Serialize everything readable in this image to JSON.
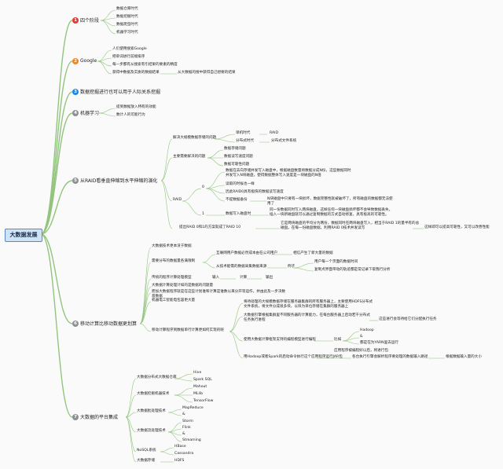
{
  "root": "大数据发展",
  "colors": {
    "red": "#e53935",
    "orange": "#f5841f",
    "blue": "#1e88e5",
    "gray": "#8c9094",
    "line": "#92c47d"
  },
  "branches": [
    {
      "num": "1",
      "label": "四个阶段",
      "children": [
        "数据仓库时代",
        "数据挖掘时代",
        "数据爬虫时代",
        "机器学习时代"
      ]
    },
    {
      "num": "2",
      "label": "Google",
      "children": [
        "人们使用搜索Google",
        "把单词进行前缀排序",
        "每一步都有从搜索有引结果的要素的精度",
        "获得中数据及实质的数据结果"
      ],
      "child3_extra": "从大数据的搜中获得自己想要的结果"
    },
    {
      "num": "3",
      "label": "数据挖掘进行也可以用于人际关系挖掘"
    },
    {
      "num": "4",
      "label": "机器学习",
      "children": [
        "提到数据放入特有的效能",
        "数计人的可能行为"
      ]
    },
    {
      "num": "5",
      "label": "从RAID看垂直伸缩到水平伸缩的演化",
      "c1": "解决大规模数据存储的问题",
      "c1a": "单机时代",
      "c1a1": "RAID",
      "c1b": "分布式时代",
      "c1b1": "分布式文件系统",
      "c2": "主要需要解决的问题",
      "c2a": "数据存储问题",
      "c2b": "数据读写速度问题",
      "c2c": "数据可靠性问题",
      "c3": "RAID",
      "c3n0": "0",
      "c3a": "数据在去向存储并发写入磁盘中，根据磁盘数量将数据分成N份，这些数据同时并发写入N块磁盘，使得数据整体写入速度是一块磁盘的N倍",
      "c3b": "读取的时候也一样",
      "c3c": "因此RAID0具有极快的数据读写速度",
      "c3d": "不提数据备份",
      "c3d1": "N块磁盘中只要有一块损坏，数据完整性就被破坏了，所有磁盘的数据都无法使用了",
      "c3n1": "1",
      "c3e": "数据写入磁盘时",
      "c3e1": "同一份数据同时写入两块磁盘，这样任何一块磁盘损坏都不会导致数据丢失，插入一块新磁盘就可以通过复制数据的方式自动修复，具有极高的可靠性。",
      "c4": "提出RAID 0和1的方案就成了RAID 10",
      "c4a": "它是两块磁盘的平均分为两份，数据同时在两块磁盘写入，相当于RAID 1的量半有的总磁盘。在每一份磁盘数据，利用RAID 0技术并发读写",
      "c4b": "这样即可以提高可靠性，又可以改善性能"
    },
    {
      "num": "6",
      "label": "移动计算比移动数据更划算",
      "c1": "大数据技术更本没于数据",
      "c2": "需要分布的数据量各满限制",
      "c2a": "互联网用户数据必然成本由在公司用户",
      "c2a1": "相信产生了新大量的数据",
      "c2b": "从技术能需的数据采集数据来源",
      "c2b1": "例子",
      "c2b1a": "用户每一个页面的数据时间",
      "c2b1b": "复制点界面带动的轨迹都是常记录下取我行分析",
      "c3": "传统的程序计算处理模型",
      "c3a": "输入",
      "c3b": "计算",
      "c3c": "输出",
      "c4": "大数据计算处理计如的是数据的问题量",
      "c5": "而加大数据程序就是在这些计划谁和计算是谁数以来分开等运作，并由此及一步决数意数据",
      "c5b": "机器电工智能电包容更大量",
      "c6": "移动计算程序到数据单行计算更如何实现的呢",
      "c6a": "将待处理的大规模数据存储在服务器集群的所有服务器上，主要使用HDFS分布式文件系统，将文件分成很多块，以块为单位存储在集群的服务器上",
      "c6b": "大数据引擎根据集群里不同服务器的计算能力，在每台服务器上启动若干分布式任务执行进程",
      "c6b1": "这些进行会等待给它们分配执行任务",
      "c6c": "使用大数据计算框架支持的编程模型进行编程",
      "c6c1": "比如",
      "c6c1a": "Hadoop",
      "c6c1b": "&",
      "c6c1c": "都是在为YARN里去运行",
      "c6d": "应用程序被编程好以后，将进行包",
      "c6e": "用Hadoop或者Spark的启动命令执行这个应用程序运行JAR包",
      "c6e1": "各台执行引擎会解析程序要处理的数据输入路径",
      "c6e2": "根据数据输入量的大小"
    },
    {
      "num": "7",
      "label": "大数据的平台集成",
      "c1": "大数据分布式大数据仓库",
      "c1a": "Hive",
      "c1b": "Spark SQL",
      "c2": "大数据挖掘机器技术",
      "c2a": "Mahout",
      "c2b": "MLlib",
      "c2c": "TensorFlow",
      "c3": "大数据批处理技术",
      "c3a": "MapReduce",
      "c3b": "&",
      "c4": "大数据流处理技术",
      "c4a": "Storm",
      "c4b": "Flink",
      "c4c": "&",
      "c4d": "Streaming",
      "c5": "NoSQL系统",
      "c5a": "HBase",
      "c5b": "Cassandra",
      "c6": "大数据存储",
      "c6a": "HDFS"
    }
  ]
}
